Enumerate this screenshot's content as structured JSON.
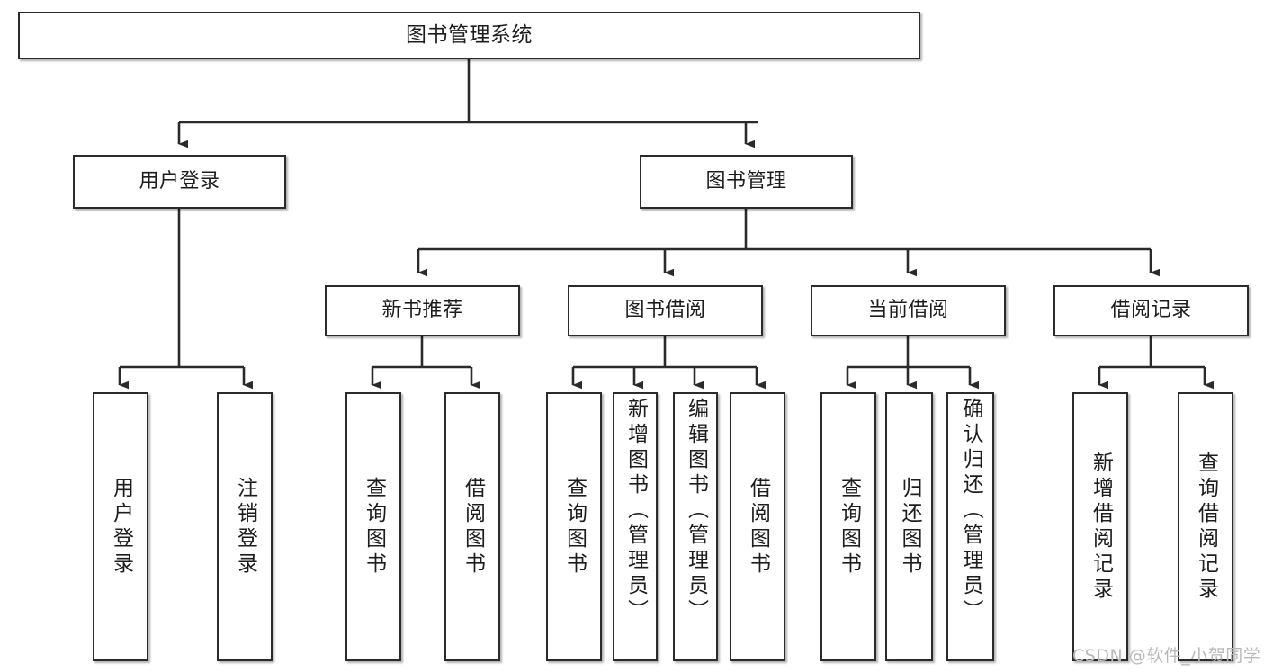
{
  "diagram": {
    "title": "图书管理系统",
    "type": "tree",
    "watermark": "CSDN @软件_小贺同学",
    "colors": {
      "stroke": "#2b2b2b",
      "fill": "#ffffff",
      "text": "#1d1d1d",
      "watermark": "#b9b9b9"
    },
    "root": {
      "label": "图书管理系统"
    },
    "level2": [
      {
        "label": "用户登录"
      },
      {
        "label": "图书管理"
      }
    ],
    "level3": [
      {
        "label": "新书推荐"
      },
      {
        "label": "图书借阅"
      },
      {
        "label": "当前借阅"
      },
      {
        "label": "借阅记录"
      }
    ],
    "leaves": {
      "user_login": [
        {
          "label": "用户登录"
        },
        {
          "label": "注销登录"
        }
      ],
      "new_book": [
        {
          "label": "查询图书"
        },
        {
          "label": "借阅图书"
        }
      ],
      "borrow_book": [
        {
          "label": "查询图书"
        },
        {
          "label": "新增图书（管理员）"
        },
        {
          "label": "编辑图书（管理员）"
        },
        {
          "label": "借阅图书"
        }
      ],
      "current_borrow": [
        {
          "label": "查询图书"
        },
        {
          "label": "归还图书"
        },
        {
          "label": "确认归还（管理员）"
        }
      ],
      "borrow_record": [
        {
          "label": "新增借阅记录"
        },
        {
          "label": "查询借阅记录"
        }
      ]
    }
  }
}
